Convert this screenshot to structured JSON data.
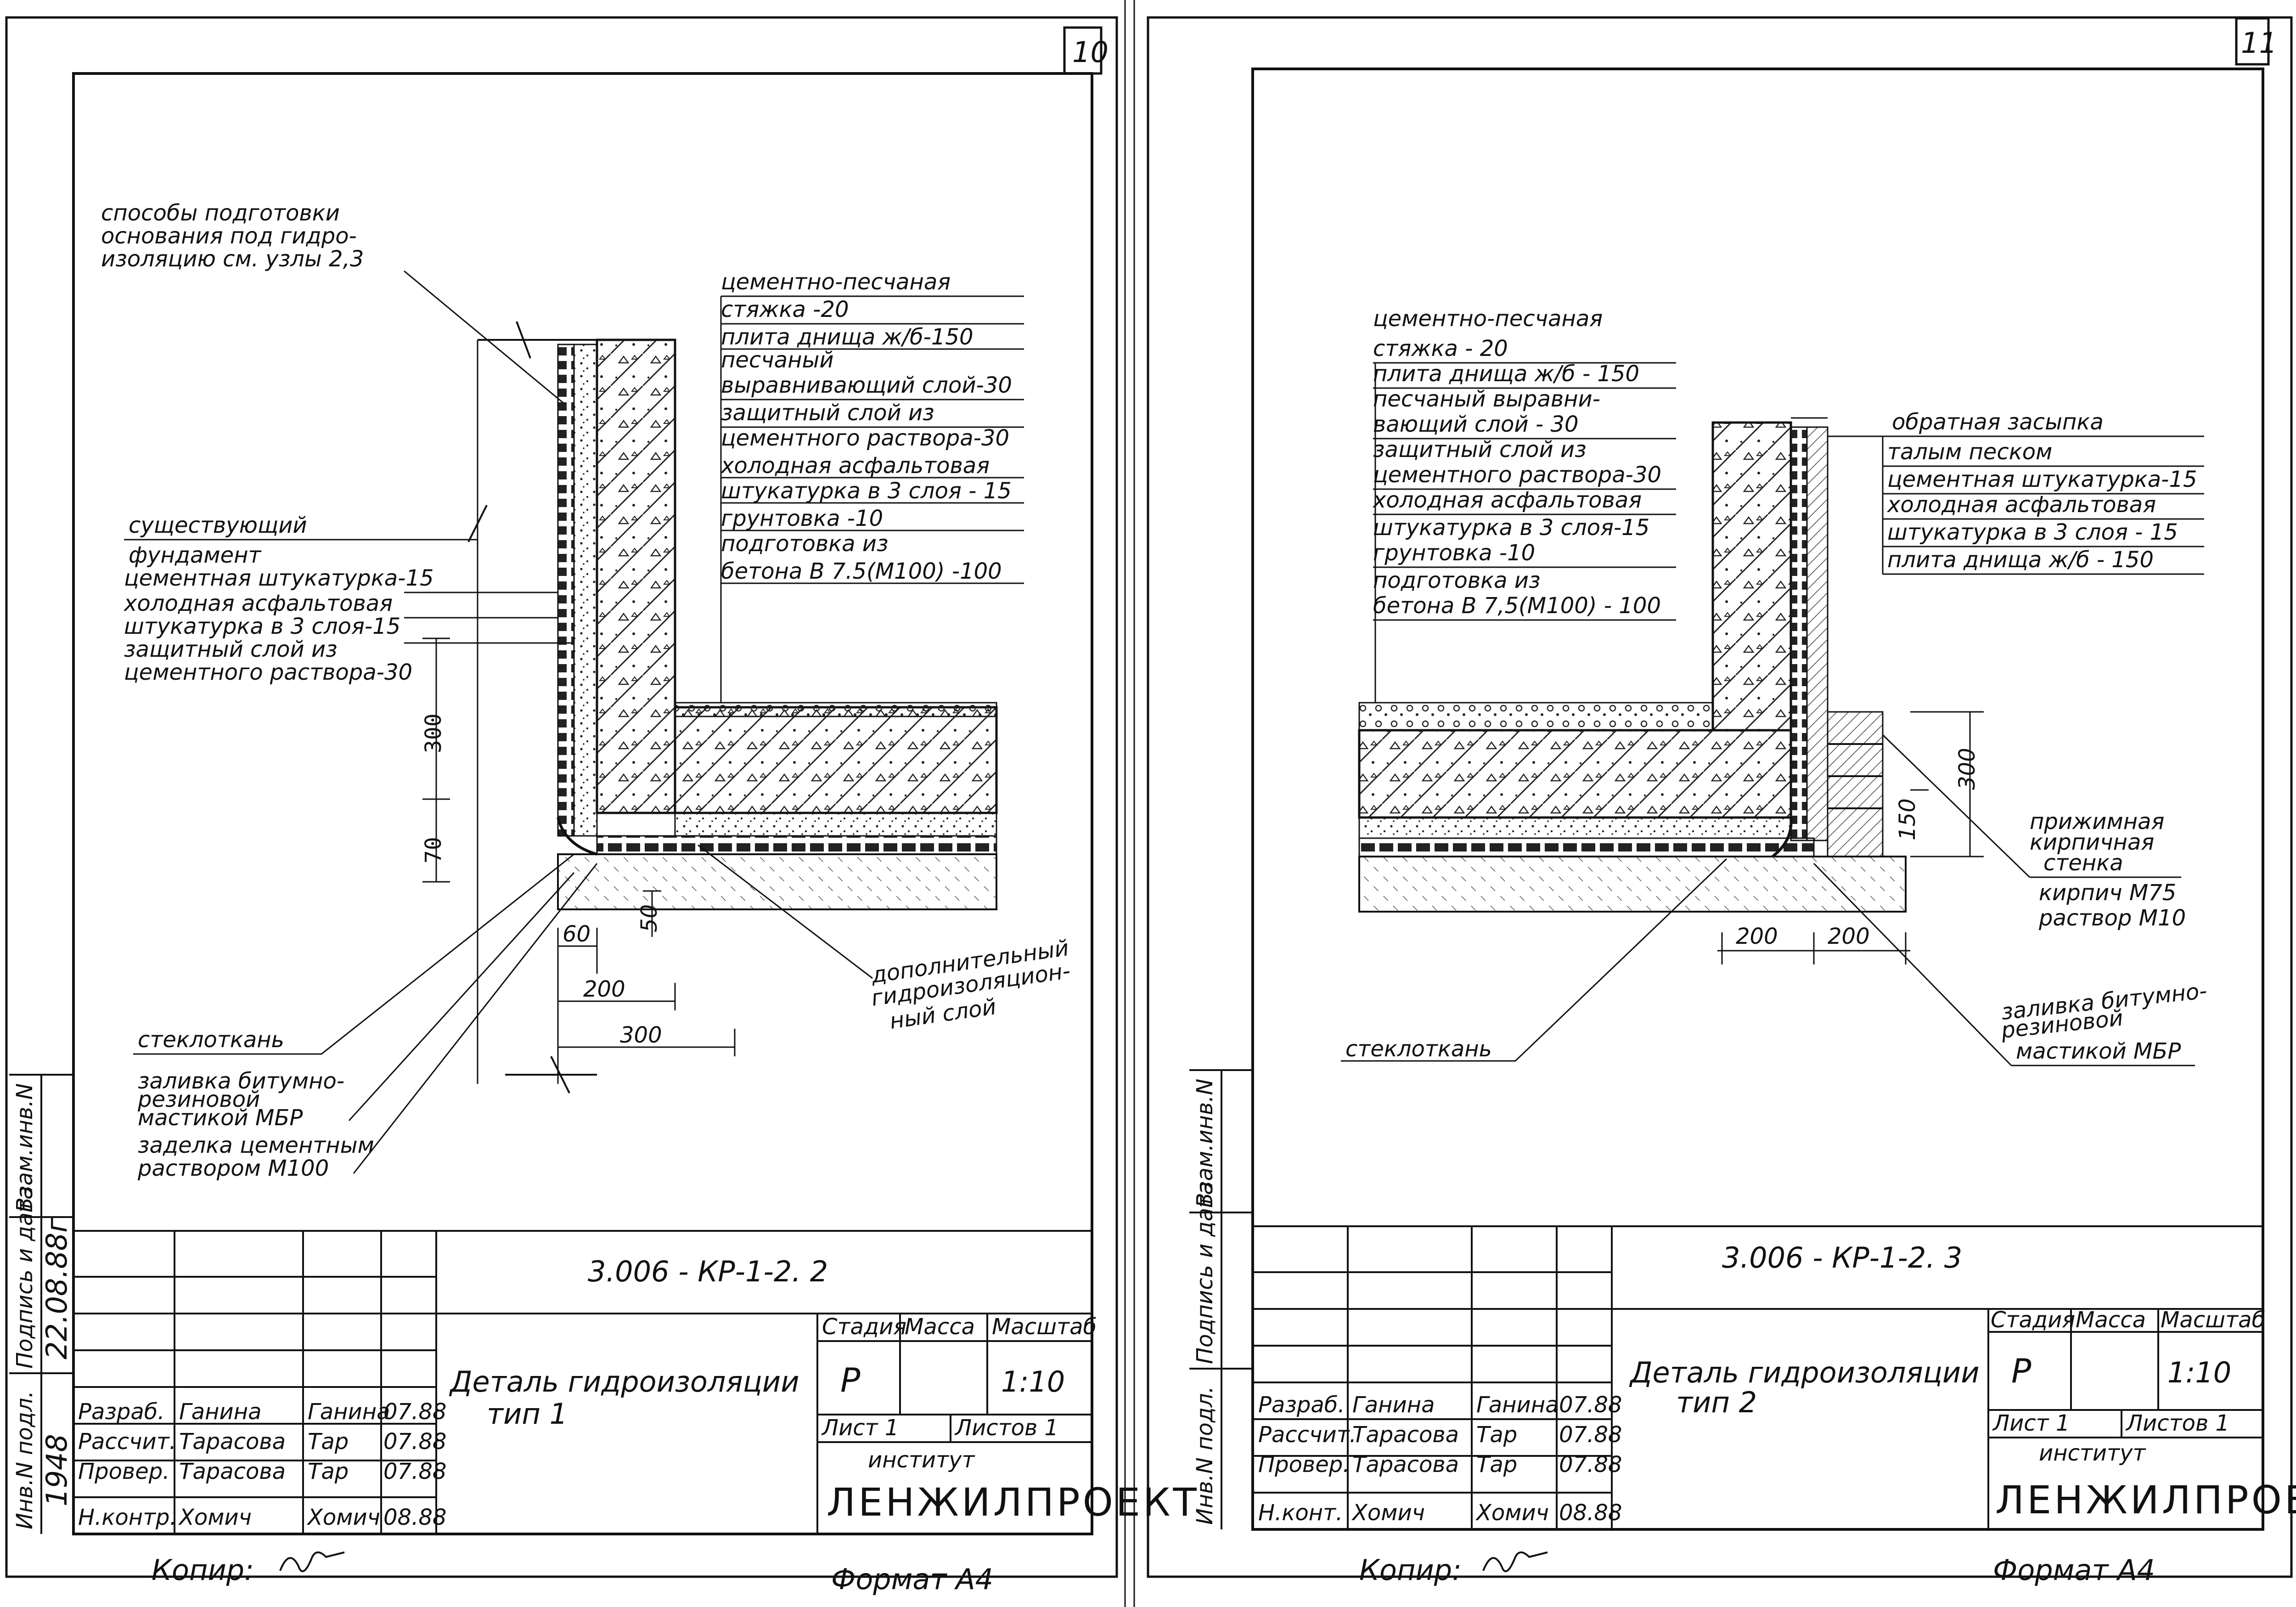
{
  "sheets": [
    {
      "sheet_number": "10",
      "callouts": {
        "base_prep": [
          "способы подготовки",
          "основания под гидро-",
          "изоляцию см. узлы 2,3"
        ],
        "existing": [
          "существующий",
          "фундамент",
          "цементная штукатурка-15",
          "холодная асфальтовая",
          "штукатурка в 3 слоя-15",
          "защитный слой из",
          "цементного раствора-30"
        ],
        "layers": [
          "цементно-песчаная",
          "стяжка                    -20",
          "плита днища ж/б-150",
          "песчаный",
          "выравнивающий слой-30",
          "защитный слой из",
          "цементного раствора-30",
          "холодная асфальтовая",
          "штукатурка в 3 слоя - 15",
          "грунтовка                -10",
          "подготовка из",
          "бетона  В 7.5(М100) -100"
        ],
        "extra": [
          "дополнительный",
          "гидроизоляцион-",
          "ный слой"
        ],
        "steklotkan": "стеклоткань",
        "mastic": [
          "заливка битумно-",
          "резиновой",
          "мастикой МБР"
        ],
        "cement": [
          "заделка цементным",
          "раствором М100"
        ]
      },
      "dims": [
        "300",
        "70",
        "60",
        "50",
        "200",
        "300"
      ],
      "code": "3.006 - КР-1-2. 2",
      "title": [
        "Деталь гидроизоляции",
        "тип 1"
      ],
      "stage_hdr": "Стадия",
      "mass_hdr": "Масса",
      "scale_hdr": "Масштаб",
      "stage": "Р",
      "scale": "1:10",
      "sheet_lbl": "Лист 1",
      "sheets_lbl": "Листов 1",
      "institute": "институт",
      "org": "ЛЕНЖИЛПРОЕКТ",
      "roles": [
        {
          "role": "Разраб.",
          "name": "Ганина",
          "sign": "Ганина",
          "date": "07.88"
        },
        {
          "role": "Рассчит.",
          "name": "Тарасова",
          "sign": "Тар",
          "date": "07.88"
        },
        {
          "role": "Провер.",
          "name": "Тарасова",
          "sign": "Тар",
          "date": "07.88"
        },
        {
          "role": "Н.контр.",
          "name": "Хомич",
          "sign": "Хомич",
          "date": "08.88"
        }
      ],
      "side": [
        "Инв.N подл.",
        "Подпись и дата",
        "Взам.инв.N"
      ],
      "side_vals": [
        "1948",
        "22.08.88г"
      ],
      "kopir": "Копир:",
      "format": "Формат А4"
    },
    {
      "sheet_number": "11",
      "callouts": {
        "layers": [
          "цементно-песчаная",
          "стяжка            - 20",
          "плита днища ж/б - 150",
          "песчаный выравни-",
          "вающий слой   - 30",
          "защитный слой из",
          "цементного раствора-30",
          "холодная асфальтовая",
          "штукатурка в 3 слоя-15",
          "грунтовка          -10",
          "подготовка из",
          "бетона В 7,5(М100) - 100"
        ],
        "backfill": [
          "обратная засыпка",
          "талым песком",
          "цементная штукатурка-15",
          "холодная асфальтовая",
          "штукатурка  в 3 слоя - 15",
          "плита днища ж/б   - 150"
        ],
        "wall": [
          "прижимная",
          "кирпичная",
          "стенка"
        ],
        "brick": [
          "кирпич  М75",
          "раствор М10"
        ],
        "mastic": [
          "заливка битумно-",
          "резиновой",
          "мастикой   МБР"
        ],
        "steklotkan": "стеклоткань"
      },
      "dims": [
        "300",
        "150",
        "200",
        "200"
      ],
      "code": "3.006 - КР-1-2. 3",
      "title": [
        "Деталь гидроизоляции",
        "тип 2"
      ],
      "stage_hdr": "Стадия",
      "mass_hdr": "Масса",
      "scale_hdr": "Масштаб",
      "stage": "Р",
      "scale": "1:10",
      "sheet_lbl": "Лист 1",
      "sheets_lbl": "Листов 1",
      "institute": "институт",
      "org": "ЛЕНЖИЛПРОЕКТ",
      "roles": [
        {
          "role": "Разраб.",
          "name": "Ганина",
          "sign": "Ганина",
          "date": "07.88"
        },
        {
          "role": "Рассчит.",
          "name": "Тарасова",
          "sign": "Тар",
          "date": "07.88"
        },
        {
          "role": "Провер.",
          "name": "Тарасова",
          "sign": "Тар",
          "date": "07.88"
        },
        {
          "role": "Н.конт.",
          "name": "Хомич",
          "sign": "Хомич",
          "date": "08.88"
        }
      ],
      "side": [
        "Инв.N подл.",
        "Подпись и дата",
        "Взам.инв.N"
      ],
      "kopir": "Копир:",
      "format": "Формат А4"
    }
  ]
}
